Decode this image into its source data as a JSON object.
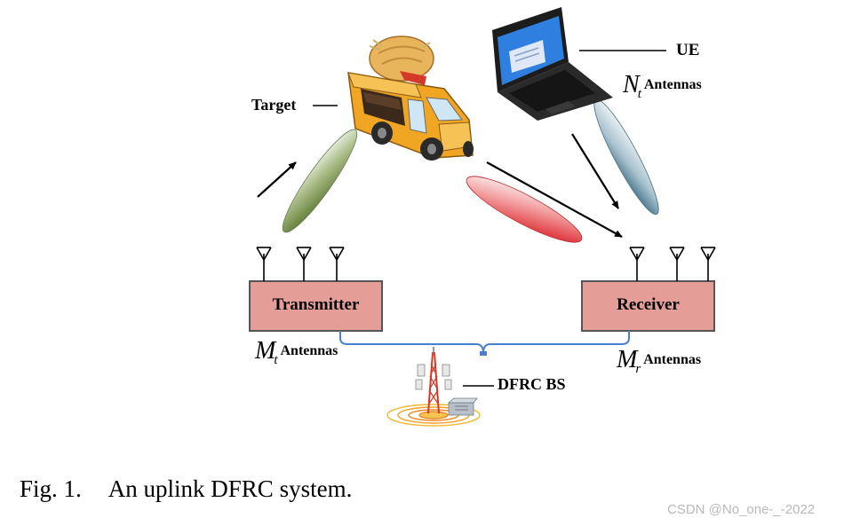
{
  "labels": {
    "target": "Target",
    "ue": "UE",
    "transmitter": "Transmitter",
    "receiver": "Receiver",
    "dfrc_bs": "DFRC BS",
    "nt_symbol": "N",
    "nt_sub": "t",
    "mt_symbol": "M",
    "mt_sub": "t",
    "mr_symbol": "M",
    "mr_sub": "r",
    "antennas_word": "Antennas"
  },
  "caption": {
    "number": "Fig. 1.",
    "text": "An uplink DFRC system."
  },
  "watermark": "CSDN @No_one-_-2022",
  "colors": {
    "box_fill": "#e59d97",
    "box_border": "#555555",
    "feed_line": "#4a7fd0",
    "beam_green": "#5a7a30",
    "beam_red": "#e0242b",
    "beam_blue": "#2e6a85",
    "tower_red": "#d23a2a"
  }
}
